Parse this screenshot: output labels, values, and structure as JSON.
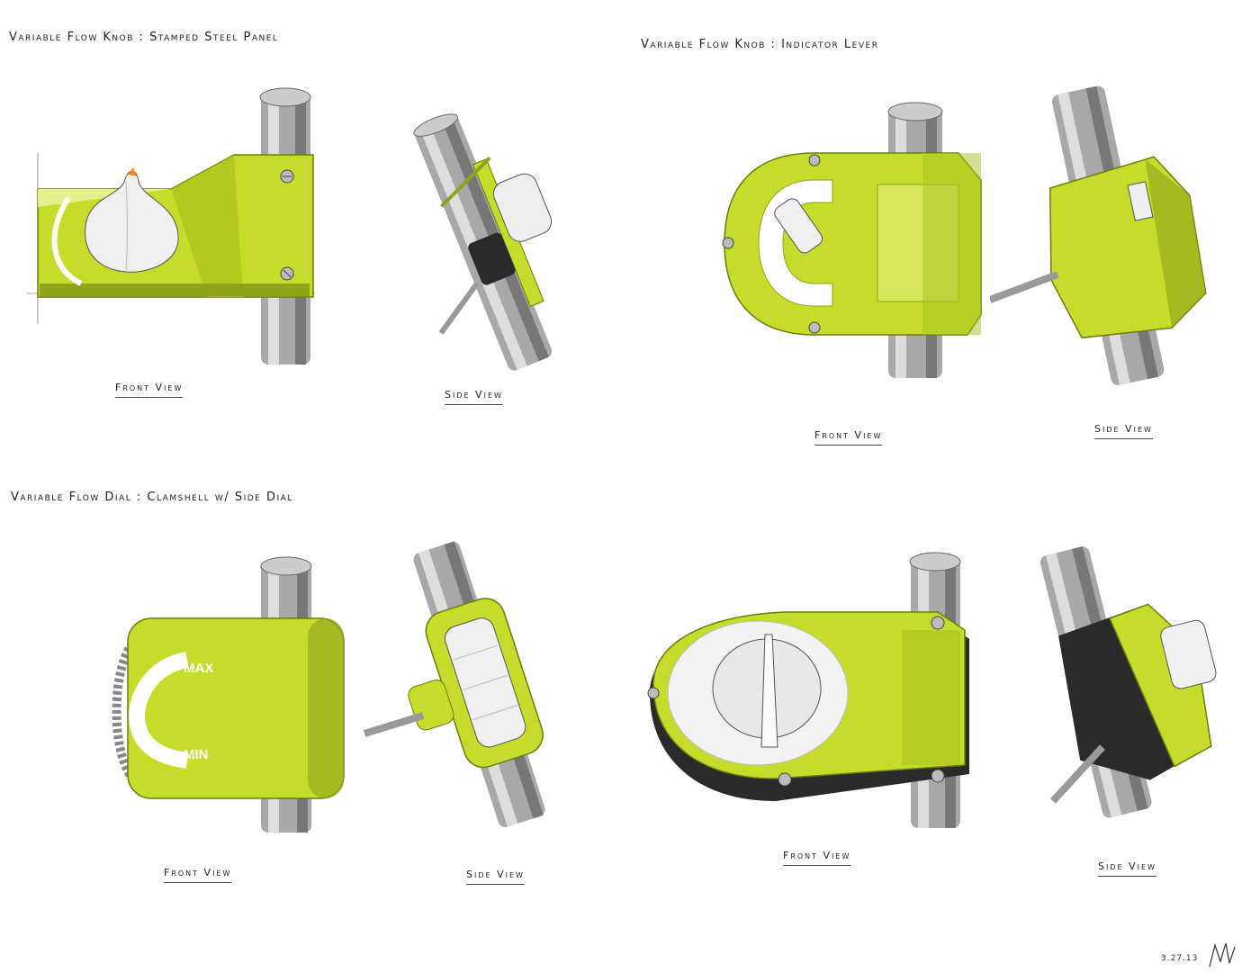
{
  "sections": {
    "s1": {
      "title": "Variable Flow Knob : Stamped Steel Panel",
      "front_label": "Front View",
      "side_label": "Side View"
    },
    "s2": {
      "title": "Variable Flow Knob : Indicator Lever",
      "front_label": "Front View",
      "side_label": "Side View"
    },
    "s3": {
      "title": "Variable Flow Dial : Clamshell w/ Side Dial",
      "front_label": "Front View",
      "side_label": "Side View"
    },
    "s4": {
      "front_label": "Front View",
      "side_label": "Side View"
    }
  },
  "dial_labels": {
    "max": "MAX",
    "min": "MIN"
  },
  "date": "3.27.13",
  "colors": {
    "lime": "#c6dc2a",
    "lime_dark": "#8ea31a",
    "lime_light": "#e4f08c",
    "pipe": "#9a9a9a",
    "black": "#2a2a2a",
    "accent": "#f08a1e"
  }
}
